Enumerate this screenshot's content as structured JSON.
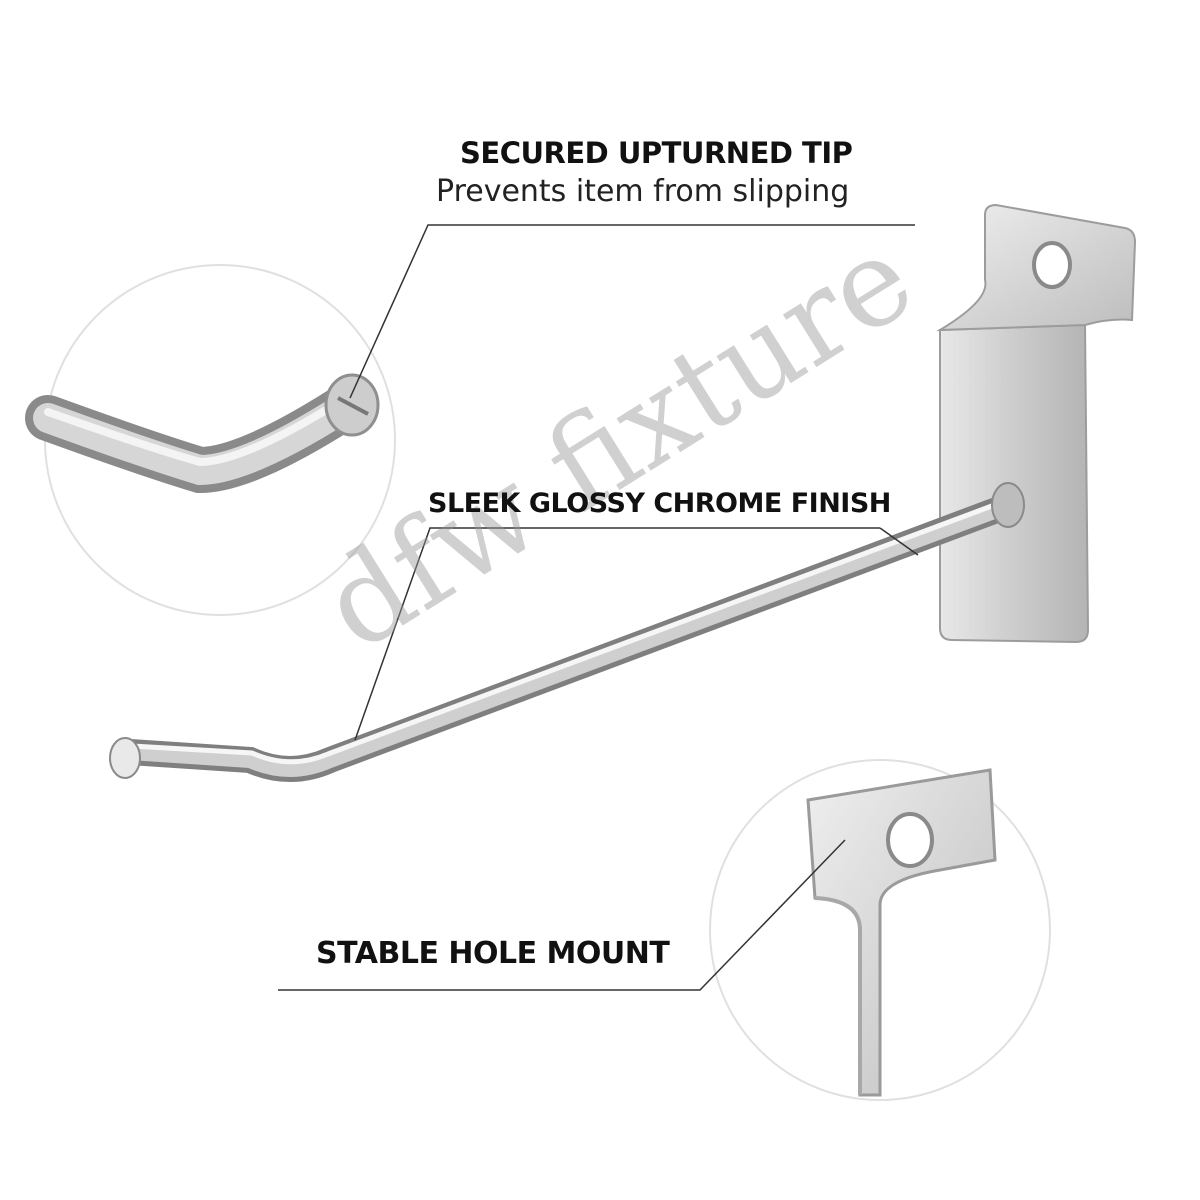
{
  "callouts": {
    "tip_title": "SECURED UPTURNED TIP",
    "tip_subtitle": "Prevents item from slipping",
    "finish_title": "SLEEK GLOSSY CHROME FINISH",
    "mount_title": "STABLE HOLE MOUNT"
  },
  "watermark": "dfw fixture",
  "colors": {
    "chrome_light": "#f2f2f2",
    "chrome_mid": "#c8c8c8",
    "chrome_dark": "#8e8e8e",
    "line": "#333333"
  }
}
